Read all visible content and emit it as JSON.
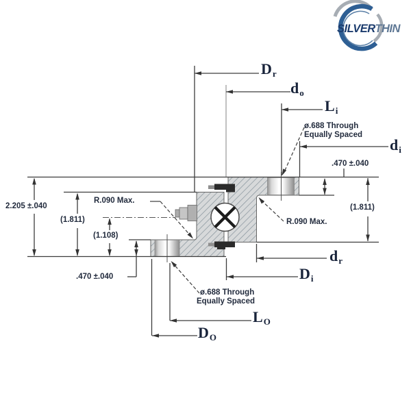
{
  "logo": {
    "silver": "SILVER",
    "thin": "THIN"
  },
  "labels": {
    "dr_top_main": "D",
    "dr_top_sub": "r",
    "do_top_main": "d",
    "do_top_sub": "o",
    "li_main": "L",
    "li_sub": "i",
    "di_right_main": "d",
    "di_right_sub": "i",
    "dr_bot_main": "d",
    "dr_bot_sub": "r",
    "di_bot_main": "D",
    "di_bot_sub": "i",
    "lo_main": "L",
    "lo_sub": "O",
    "do_bot_main": "D",
    "do_bot_sub": "O",
    "height_2205": "2.205 ±.040",
    "h_1811_left": "(1.811)",
    "h_1811_right": "(1.811)",
    "h_1108": "(1.108)",
    "tol_470_left": ".470 ±.040",
    "tol_470_right": ".470 ±.040",
    "r090_left": "R.090 Max.",
    "r090_right": "R.090 Max.",
    "hole_top_1": "ø.688 Through",
    "hole_top_2": "Equally Spaced",
    "hole_bot_1": "ø.688 Through",
    "hole_bot_2": "Equally Spaced"
  },
  "colors": {
    "line": "#3c3c3c",
    "hatch_fill": "#d7d9da",
    "hatch_line": "#87939c",
    "seal": "#2b2b2b",
    "logo_blue": "#2e5f94",
    "logo_grey": "#a7adb4",
    "text": "#222b3d"
  }
}
